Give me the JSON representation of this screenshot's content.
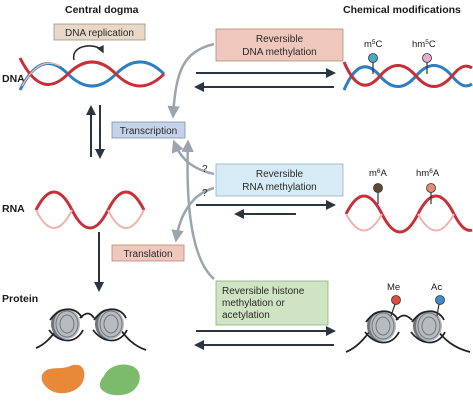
{
  "headers": {
    "left": "Central dogma",
    "right": "Chemical modifications"
  },
  "rows": {
    "dna": "DNA",
    "rna": "RNA",
    "protein": "Protein"
  },
  "boxes": {
    "dna_replication": "DNA replication",
    "transcription": "Transcription",
    "translation": "Translation",
    "dna_methylation": [
      "Reversible",
      "DNA methylation"
    ],
    "rna_methylation": [
      "Reversible",
      "RNA methylation"
    ],
    "histone_mod": [
      "Reversible histone",
      "methylation or",
      "acetylation"
    ]
  },
  "marks": {
    "m5c": {
      "base": "m",
      "sup": "5",
      "tail": "C"
    },
    "hm5c": {
      "base": "hm",
      "sup": "5",
      "tail": "C"
    },
    "m6a": {
      "base": "m",
      "sup": "6",
      "tail": "A"
    },
    "hm6a": {
      "base": "hm",
      "sup": "6",
      "tail": "A"
    },
    "me": "Me",
    "ac": "Ac"
  },
  "question": "?",
  "colors": {
    "box_tan": "#e7d8c8",
    "box_blue": "#c4d3ea",
    "box_pink": "#efc7bd",
    "box_lightblue": "#d6ebf5",
    "box_green": "#cfe4c2",
    "strand_red": "#c63038",
    "strand_blue": "#2f7ec0",
    "strand_pink": "#eeb4ad",
    "arrow_dark": "#2a3540",
    "arrow_grey": "#9aa5ae",
    "nucleosome": "#8a8f94",
    "protein_orange": "#e8893a",
    "protein_green": "#7dbb6c",
    "pin_teal": "#49a9c6",
    "pin_pink": "#e6a9cf",
    "pin_brown": "#5e4a30",
    "pin_salmon": "#e48b6f",
    "pin_red": "#e14d3c",
    "pin_blue": "#3e8cc9"
  }
}
